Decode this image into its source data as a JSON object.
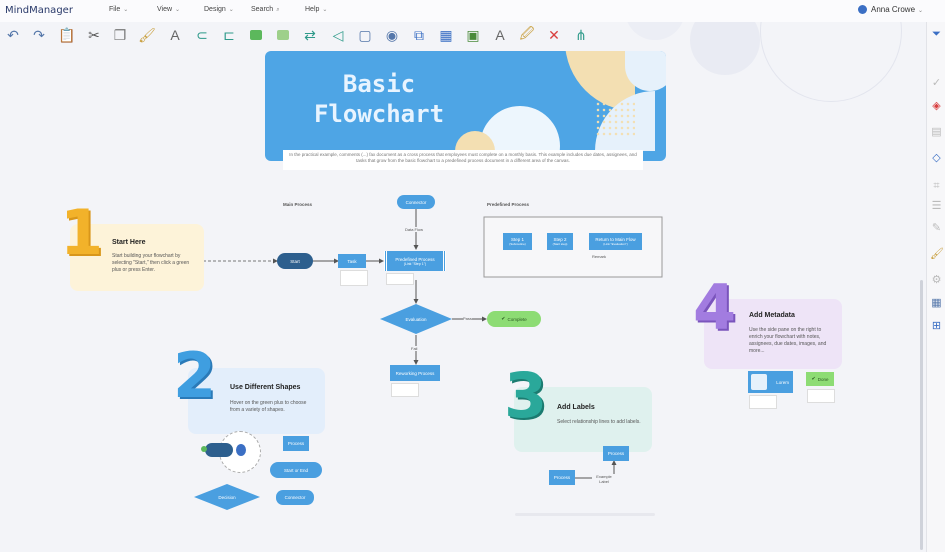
{
  "app": {
    "name": "MindManager",
    "user": "Anna Crowe"
  },
  "menu": [
    {
      "label": "File"
    },
    {
      "label": "View"
    },
    {
      "label": "Design"
    },
    {
      "label": "Search"
    },
    {
      "label": "Help"
    }
  ],
  "banner": {
    "title_line1": "Basic",
    "title_line2": "Flowchart",
    "description": "In the practical example, comments (...) fax document as a cross process that employees must complete on a monthly basis. This example includes due dates, assignees, and tasks that grow from the basic flowchart to a predefined process document in a different area of the canvas."
  },
  "sections": {
    "main_process": "Main Process",
    "predefined_process": "Predefined Process"
  },
  "flow": {
    "connector": "Connector",
    "data_flow": "Data Flow",
    "start": "Start",
    "task": "Task",
    "predefined_process": "Predefined Process",
    "predefined_sub": "(Link \"Step 1\")",
    "evaluation": "Evaluation",
    "pass": "Pass",
    "fail": "Fail",
    "complete": "Complete",
    "reworking_process": "Reworking Process",
    "step1": "Step 1",
    "step1_sub": "(Subroutine)",
    "step2": "Step 2",
    "step2_sub": "(Start step)",
    "return": "Return to Main Flow",
    "return_sub": "(Link \"Evaluation\")",
    "return_note": "Remark"
  },
  "cards": {
    "c1": {
      "number": "1",
      "title": "Start Here",
      "text": "Start building your flowchart by selecting \"Start,\" then click a green plus or press Enter."
    },
    "c2": {
      "number": "2",
      "title": "Use Different Shapes",
      "text": "Hover on the green plus to choose from a variety of shapes."
    },
    "c3": {
      "number": "3",
      "title": "Add Labels",
      "text": "Select relationship lines to add labels."
    },
    "c4": {
      "number": "4",
      "title": "Add Metadata",
      "text": "Use the side pane on the right to enrich your flowchart with notes, assignees, due dates, images, and more..."
    }
  },
  "shapes_demo": {
    "process": "Process",
    "start_end": "Start or End",
    "decision": "Decision",
    "connector": "Connector"
  },
  "labels_demo": {
    "process_a": "Process",
    "process_b": "Process",
    "example": "Example Label"
  },
  "metadata_demo": {
    "node_a": "Lorem",
    "node_b": "Done"
  },
  "colors": {
    "accent": "#4a9fe0",
    "banner": "#4ea5e5",
    "start": "#2d5f8e",
    "complete": "#8ddc74"
  }
}
